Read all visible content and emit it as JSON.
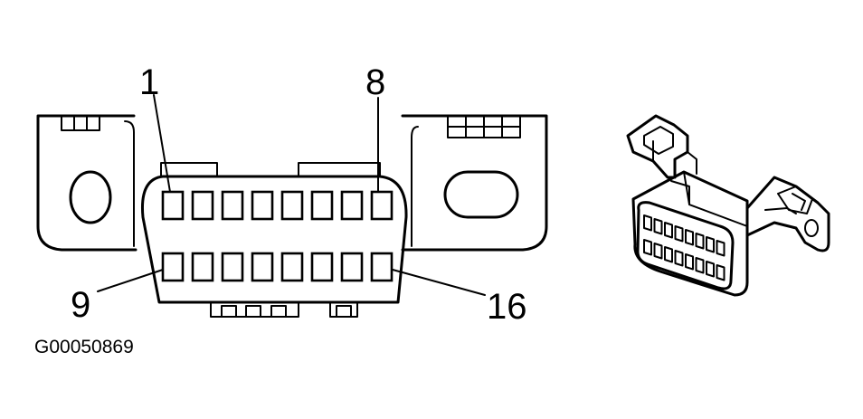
{
  "labels": {
    "pin_1": "1",
    "pin_8": "8",
    "pin_9": "9",
    "pin_16": "16"
  },
  "figure_id": "G00050869",
  "connector": {
    "rows": 2,
    "pins_per_row": 8
  }
}
